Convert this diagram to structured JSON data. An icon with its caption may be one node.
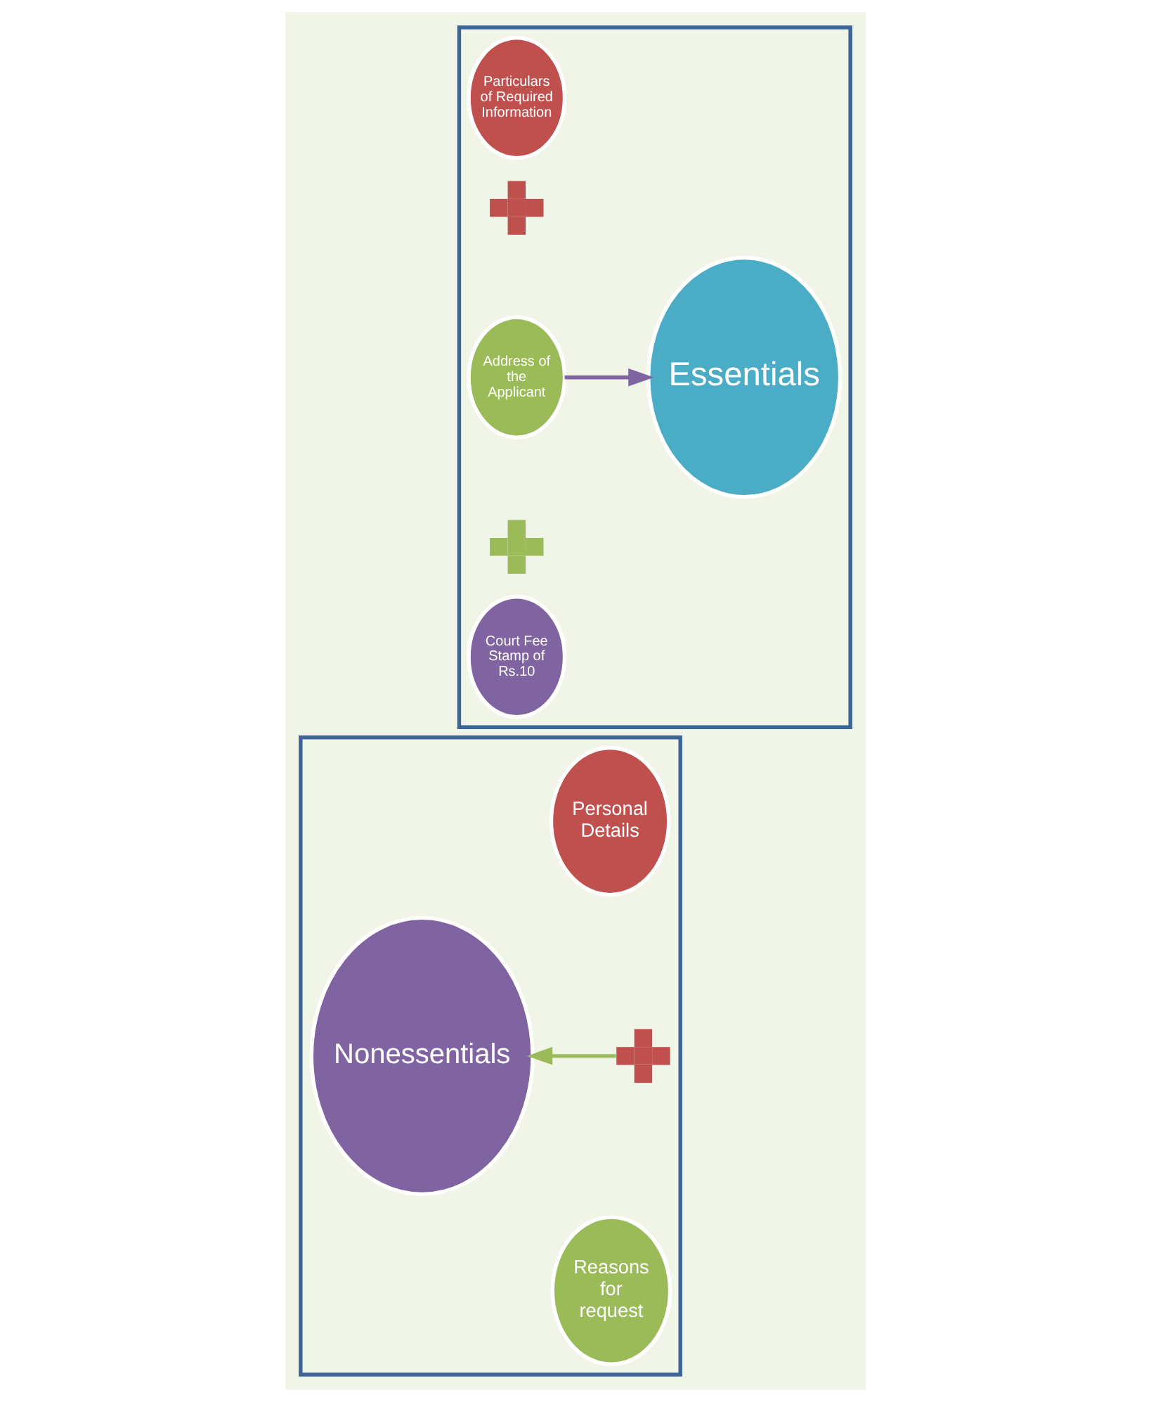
{
  "diagram": {
    "nodes": [
      {
        "text": [],
        "shape": "box"
      },
      {
        "text": [
          "Particulars of Required Information"
        ],
        "in": 0
      },
      {
        "text": [],
        "shape": "plus",
        "in": 0
      },
      {
        "text": [
          "Address of the Applicant"
        ],
        "in": 0
      },
      {
        "text": [],
        "shape": "plus",
        "in": 0
      },
      {
        "text": [
          "Court Fee Stamp of Rs.10"
        ],
        "in": 0
      },
      {
        "text": [
          "Essentials"
        ],
        "in": 0
      },
      {
        "text": [],
        "shape": "box"
      },
      {
        "text": [
          "Nonessentials"
        ],
        "in": 7
      },
      {
        "text": [
          "Personal Details"
        ],
        "in": 7
      },
      {
        "text": [],
        "shape": "plus",
        "in": 7
      },
      {
        "text": [
          "Reasons for request"
        ],
        "in": 7
      }
    ],
    "edges": [
      {
        "from": 3,
        "to": 6,
        "arrow": "to",
        "color": "#8064a2"
      },
      {
        "from": 10,
        "to": 8,
        "arrow": "to",
        "color": "#9bbb59"
      }
    ]
  }
}
